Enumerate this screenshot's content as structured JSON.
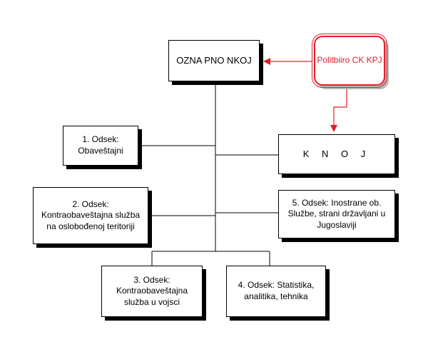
{
  "diagram": {
    "nodes": {
      "ozna": "OZNA PNO NKOJ",
      "politbiro": "Politbiiro CK KPJ",
      "knoj": "K N O J",
      "odsek1": "1. Odsek:\nObaveštajni",
      "odsek2": "2. Odsek:\nKontraobaveštajna služba\nna oslobođenoj teritoriji",
      "odsek3": "3. Odsek:\nKontraobaveštajna\nslužba u vojsci",
      "odsek4": "4. Odsek: Statistika,\nanalitika, tehnika",
      "odsek5": "5. Odsek: Inostrane ob.\nSlužbe, strani državljani u\nJugoslaviji"
    },
    "colors": {
      "connector": "#000000",
      "accent": "#e0202a"
    }
  }
}
